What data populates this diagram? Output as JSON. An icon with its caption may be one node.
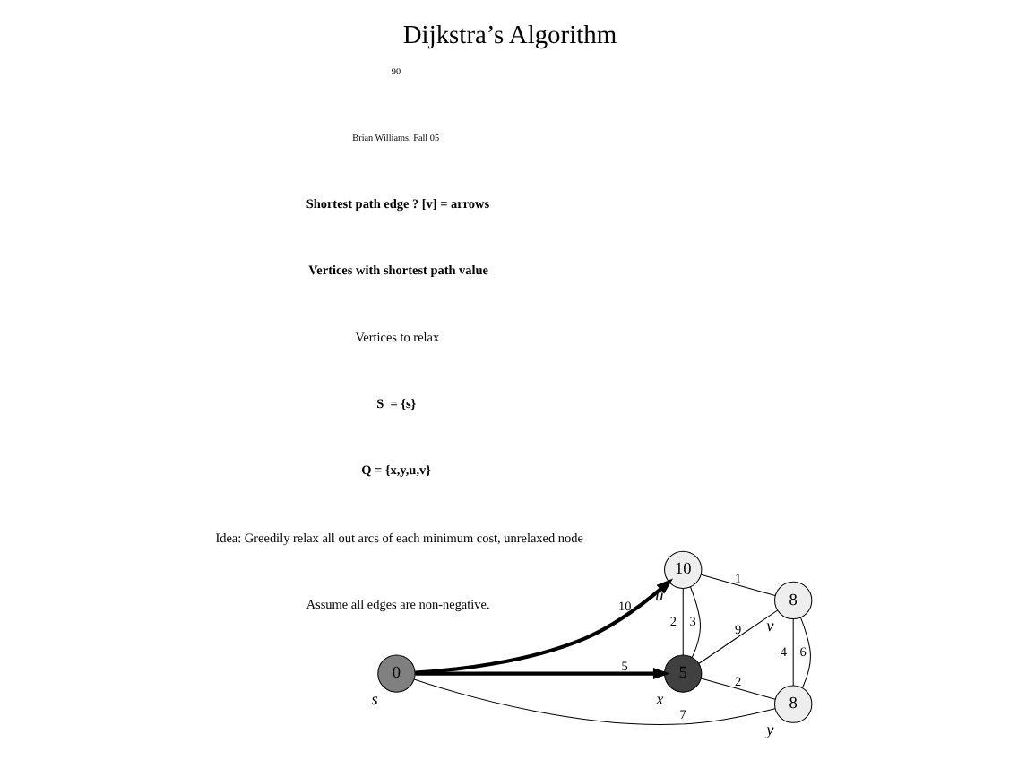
{
  "diagram": {
    "title": "Dijkstra’s Algorithm",
    "nodes": [
      {
        "text": [
          "0"
        ],
        "beside": [
          "s"
        ]
      },
      {
        "text": [
          "10"
        ],
        "beside": [
          "u"
        ]
      },
      {
        "text": [
          "8"
        ],
        "beside": [
          "v"
        ]
      },
      {
        "text": [
          "5"
        ],
        "beside": [
          "x"
        ]
      },
      {
        "text": [
          "8"
        ],
        "beside": [
          "y"
        ]
      }
    ],
    "edges": [
      {
        "from": 0,
        "to": 1,
        "arrow": "to",
        "label": "10",
        "style": "thick"
      },
      {
        "from": 0,
        "to": 3,
        "arrow": "to",
        "label": "5",
        "style": "thick"
      },
      {
        "from": 1,
        "to": 2,
        "arrow": "none",
        "label": "1"
      },
      {
        "from": 1,
        "to": 3,
        "arrow": "none",
        "label": "2"
      },
      {
        "from": 1,
        "to": 3,
        "arrow": "none",
        "label": "3"
      },
      {
        "from": 3,
        "to": 2,
        "arrow": "none",
        "label": "9"
      },
      {
        "from": 0,
        "to": 4,
        "arrow": "none",
        "label": "7"
      },
      {
        "from": 2,
        "to": 4,
        "arrow": "none",
        "label": "4"
      },
      {
        "from": 2,
        "to": 4,
        "arrow": "none",
        "label": "6"
      },
      {
        "from": 3,
        "to": 4,
        "arrow": "none",
        "label": "2"
      }
    ],
    "labels": [
      "Assume all edges are non-negative.",
      "Idea: Greedily relax all out arcs of each minimum cost, unrelaxed node",
      "Q = {x,y,u,v}",
      "S  = {s}",
      "Vertices to relax",
      "Vertices with shortest path value",
      "Shortest path edge ? [v] = arrows",
      "Brian Williams, Fall 05",
      "90"
    ]
  }
}
